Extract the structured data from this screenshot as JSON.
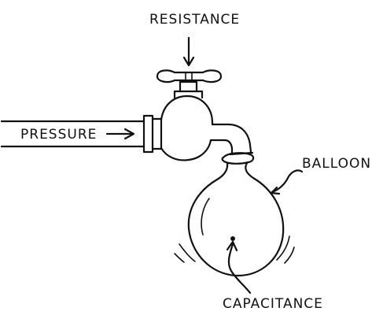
{
  "labels": {
    "resistance": "RESISTANCE",
    "pressure": "PRESSURE",
    "balloon": "BALLOON",
    "capacitance": "CAPACITANCE"
  },
  "colors": {
    "ink": "#111111",
    "paper": "#ffffff"
  },
  "icons": {
    "faucet": "faucet-icon",
    "pipe": "pipe-icon",
    "balloon": "balloon-icon"
  }
}
